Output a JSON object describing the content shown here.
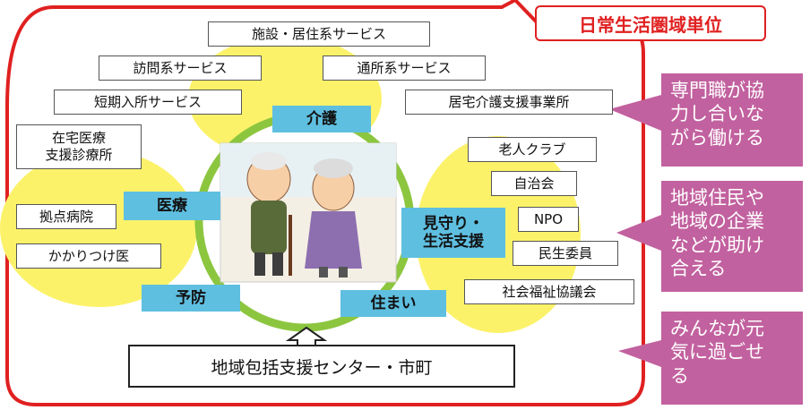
{
  "title_tag": "日常生活圏域単位",
  "categories": {
    "kaigo": "介護",
    "iryo": "医療",
    "mimamori_line1": "見守り・",
    "mimamori_line2": "生活支援",
    "yobo": "予防",
    "sumai": "住まい"
  },
  "services": {
    "shisetsu": "施設・居住系サービス",
    "homon": "訪問系サービス",
    "tsusho": "通所系サービス",
    "tanki": "短期入所サービス",
    "kyotaku": "居宅介護支援事業所",
    "zaitaku_line1": "在宅医療",
    "zaitaku_line2": "支援診療所",
    "kyoten": "拠点病院",
    "kakaritsuke": "かかりつけ医",
    "rojin": "老人クラブ",
    "jichikai": "自治会",
    "npo": "NPO",
    "minsei": "民生委員",
    "shakyo": "社会福祉協議会"
  },
  "center": "地域包括支援センター・市町",
  "notes": {
    "n1_line1": "専門職が協",
    "n1_line2": "力し合いな",
    "n1_line3": "がら働ける",
    "n2_line1": "地域住民や",
    "n2_line2": "地域の企業",
    "n2_line3": "などが助け",
    "n2_line4": "合える",
    "n3_line1": "みんなが元",
    "n3_line2": "気に過ごせ",
    "n3_line3": "る"
  },
  "colors": {
    "outline_red": "#e02020",
    "petal_yellow": "#fbf26a",
    "ring_green": "#8cc63f",
    "category_blue": "#5fbfe0",
    "note_pink": "#c2619f"
  }
}
